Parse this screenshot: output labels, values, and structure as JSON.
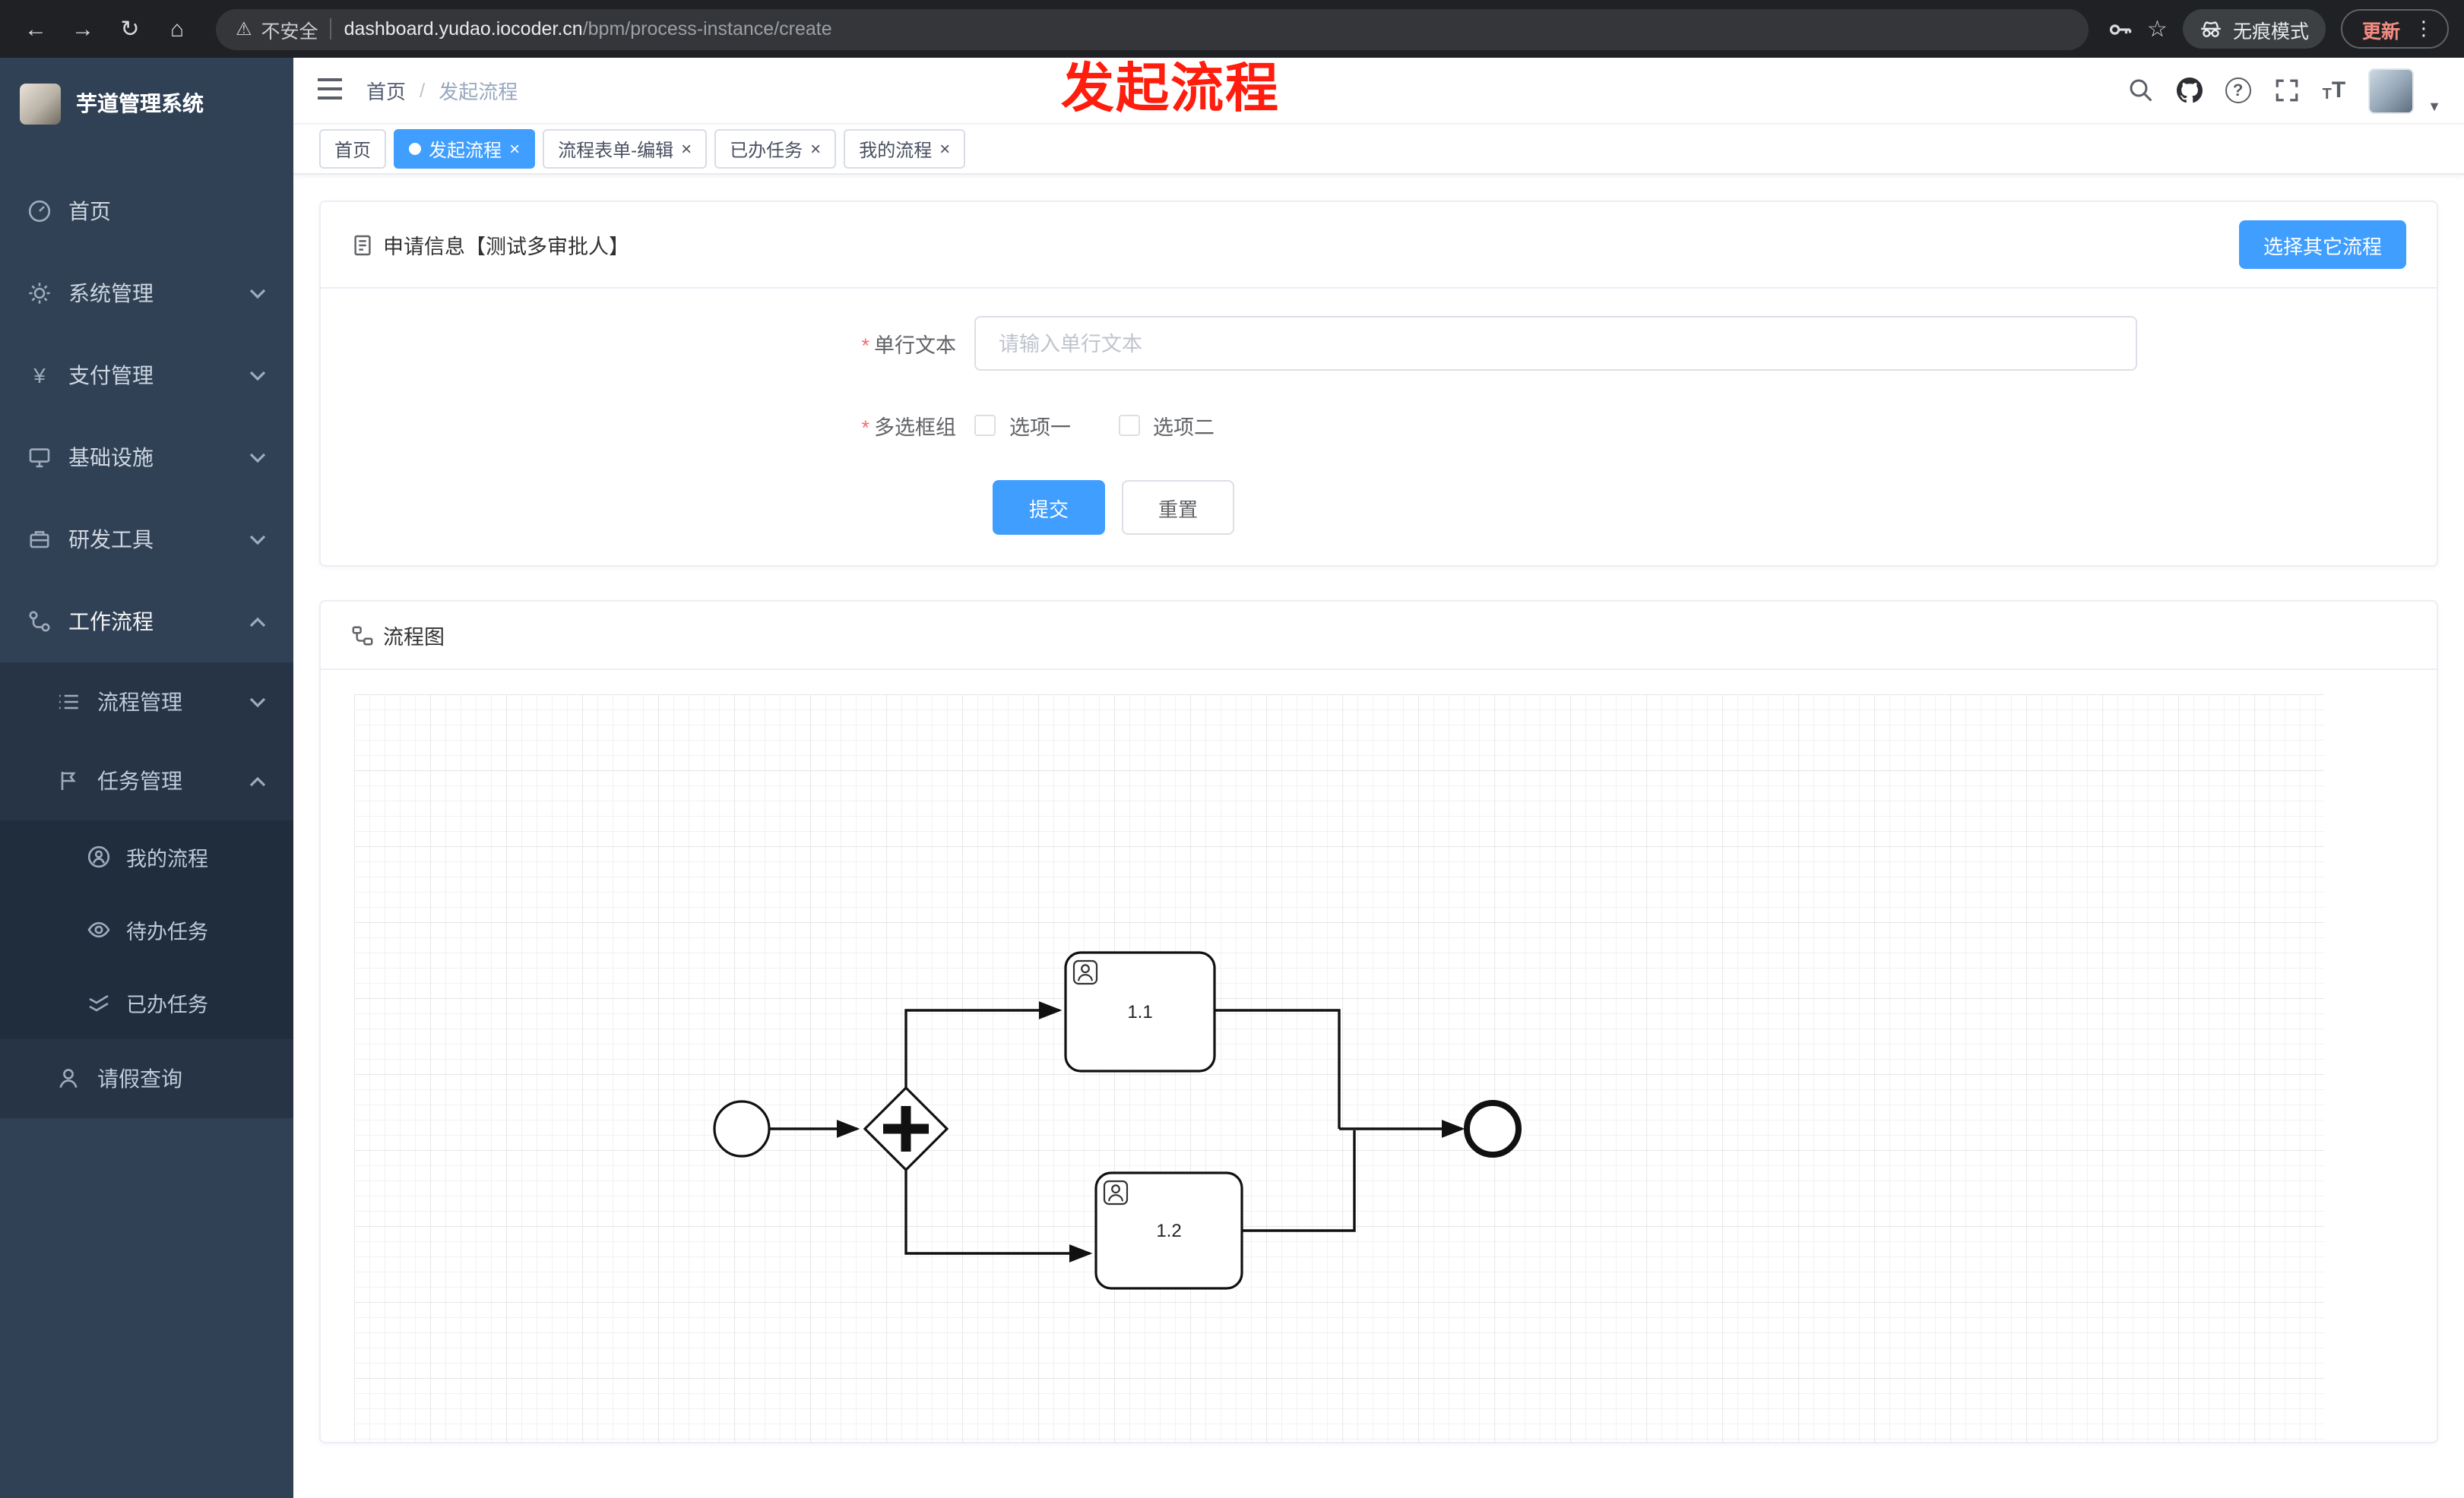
{
  "ui": {
    "close_icon": "×",
    "breadcrumb_separator": "/",
    "required_marker": "*",
    "help_glyph": "?",
    "fontsize_small": "T",
    "fontsize_large": "T",
    "avatar_caret": "▼"
  },
  "colors": {
    "primary": "#409eff",
    "annotation_red": "#ff1d0d",
    "sidebar_bg": "#304156",
    "sidebar_sub_bg": "#263445",
    "sidebar_sub3_bg": "#1f2d3d"
  },
  "browser": {
    "back_icon": "←",
    "forward_icon": "→",
    "reload_icon": "↻",
    "home_icon": "⌂",
    "warning_icon": "⚠",
    "security_label": "不安全",
    "url_host": "dashboard.yudao.iocoder.cn",
    "url_path": "/bpm/process-instance/create",
    "star_icon": "☆",
    "incognito_label": "无痕模式",
    "update_label": "更新",
    "menu_icon": "⋮"
  },
  "annotation": {
    "text": "发起流程"
  },
  "sidebar": {
    "logo_title": "芋道管理系统",
    "items": [
      {
        "label": "首页"
      },
      {
        "label": "系统管理"
      },
      {
        "label": "支付管理"
      },
      {
        "label": "基础设施"
      },
      {
        "label": "研发工具"
      },
      {
        "label": "工作流程"
      }
    ],
    "submenu": [
      {
        "label": "流程管理"
      },
      {
        "label": "任务管理"
      }
    ],
    "task_items": [
      {
        "label": "我的流程"
      },
      {
        "label": "待办任务"
      },
      {
        "label": "已办任务"
      }
    ],
    "leave_label": "请假查询"
  },
  "header": {
    "breadcrumb": [
      "首页",
      "发起流程"
    ]
  },
  "tabs": [
    {
      "label": "首页"
    },
    {
      "label": "发起流程"
    },
    {
      "label": "流程表单-编辑"
    },
    {
      "label": "已办任务"
    },
    {
      "label": "我的流程"
    }
  ],
  "form_card": {
    "title": "申请信息【测试多审批人】",
    "select_other_button": "选择其它流程",
    "fields": [
      {
        "label": "单行文本",
        "placeholder": "请输入单行文本"
      },
      {
        "label": "多选框组",
        "options": [
          "选项一",
          "选项二"
        ]
      }
    ],
    "submit_label": "提交",
    "reset_label": "重置"
  },
  "diagram_card": {
    "title": "流程图",
    "nodes": [
      {
        "label": "1.1"
      },
      {
        "label": "1.2"
      }
    ]
  }
}
